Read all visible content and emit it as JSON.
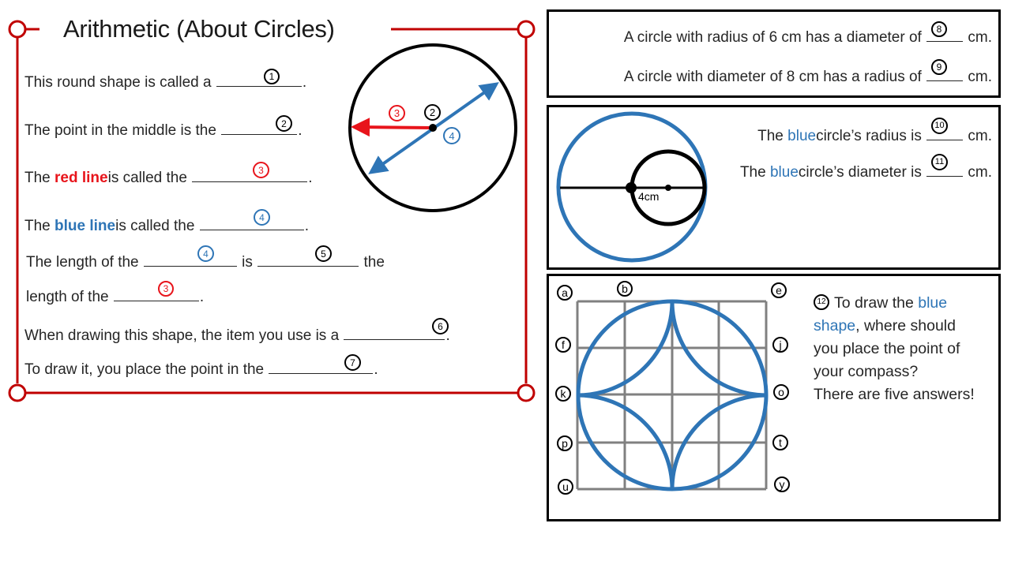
{
  "title": "Arithmetic (About Circles)",
  "colors": {
    "frame_red": "#c00000",
    "accent_red": "#e8141b",
    "accent_blue": "#2e75b6",
    "grid_gray": "#808080"
  },
  "left_panel": {
    "q1": {
      "text": "This round shape is called a",
      "num": "1",
      "end": "."
    },
    "q2": {
      "text": "The point in the middle is the",
      "num": "2",
      "end": "."
    },
    "q3": {
      "pre": "The",
      "highlight": "red line",
      "post": "is called the",
      "num": "3",
      "end": "."
    },
    "q4": {
      "pre": "The",
      "highlight": "blue line",
      "post": "is called the",
      "num": "4",
      "end": "."
    },
    "q5_line1": {
      "pre": "The length of the",
      "num_a": "4",
      "mid": "is",
      "num_b": "5",
      "post": "the"
    },
    "q5_line2": {
      "pre": "length of the",
      "num": "3",
      "end": "."
    },
    "q6": {
      "text": "When drawing this shape, the item you use is a",
      "num": "6",
      "end": "."
    },
    "q7": {
      "text": "To draw it, you place the point in the",
      "num": "7",
      "end": "."
    },
    "diagram": {
      "label_radius": "3",
      "label_center": "2",
      "label_diameter": "4"
    }
  },
  "panel_top": {
    "q8": {
      "text": "A circle with radius of 6 cm has a diameter of",
      "num": "8",
      "unit": "cm."
    },
    "q9": {
      "text": "A circle with diameter of 8 cm has a radius of",
      "num": "9",
      "unit": "cm."
    }
  },
  "panel_middle": {
    "q10": {
      "pre": "The",
      "highlight": "blue",
      "post": "circle’s radius is",
      "num": "10",
      "unit": "cm."
    },
    "q11": {
      "pre": "The",
      "highlight": "blue",
      "post": "circle’s diameter is",
      "num": "11",
      "unit": "cm."
    },
    "diagram_label": "4cm"
  },
  "panel_bottom": {
    "q12": {
      "num": "12",
      "line1_pre": "To draw the",
      "line1_highlight": "blue",
      "line2_highlight": "shape",
      "line2_post": ", where should",
      "line3": "you place the point of",
      "line4": "your compass?",
      "line5": "There are five answers!"
    },
    "grid_labels": [
      "a",
      "b",
      "e",
      "f",
      "j",
      "k",
      "o",
      "p",
      "t",
      "u",
      "y"
    ]
  }
}
